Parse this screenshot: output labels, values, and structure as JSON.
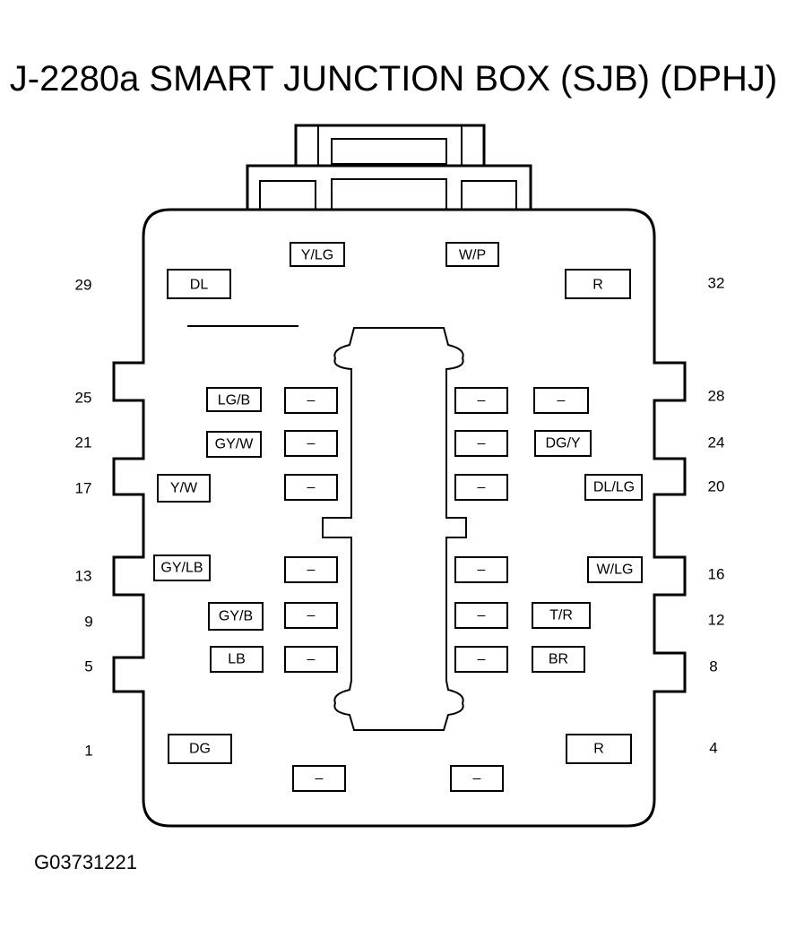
{
  "title": "J-2280a SMART JUNCTION BOX (SJB) (DPHJ)",
  "figure_id": "G03731221",
  "pin_numbers": {
    "p29": "29",
    "p32": "32",
    "p25": "25",
    "p28": "28",
    "p21": "21",
    "p24": "24",
    "p17": "17",
    "p20": "20",
    "p13": "13",
    "p16": "16",
    "p9": "9",
    "p12": "12",
    "p5": "5",
    "p8": "8",
    "p1": "1",
    "p4": "4"
  },
  "wires": {
    "top_yl": "Y/LG",
    "top_wp": "W/P",
    "p29": "DL",
    "p32": "R",
    "p25": "LG/B",
    "c25l": "–",
    "c25r": "–",
    "p28": "–",
    "p21": "GY/W",
    "c21l": "–",
    "c21r": "–",
    "p24": "DG/Y",
    "p17": "Y/W",
    "c17l": "–",
    "c17r": "–",
    "p20": "DL/LG",
    "p13": "GY/LB",
    "c13l": "–",
    "c13r": "–",
    "p16": "W/LG",
    "p9": "GY/B",
    "c9l": "–",
    "c9r": "–",
    "p12": "T/R",
    "p5": "LB",
    "c5l": "–",
    "c5r": "–",
    "p8": "BR",
    "p1": "DG",
    "p4": "R",
    "bot_l": "–",
    "bot_r": "–"
  }
}
